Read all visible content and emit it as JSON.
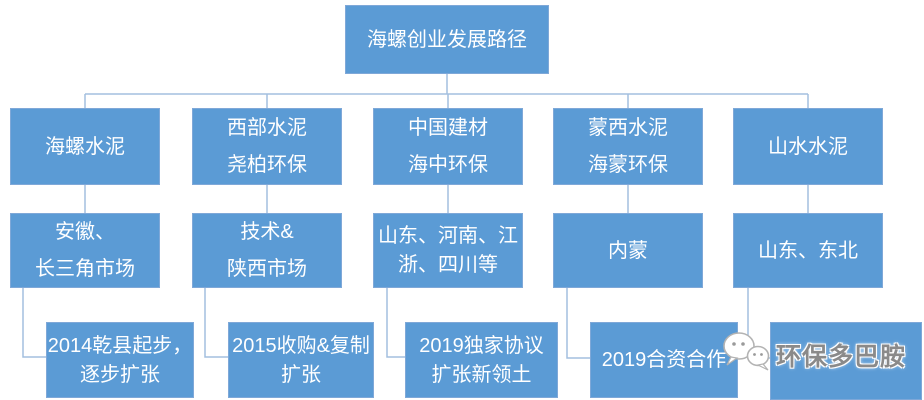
{
  "tree": {
    "root": "海螺创业发展路径",
    "columns": [
      {
        "company": [
          "海螺水泥"
        ],
        "market": [
          "安徽、",
          "长三角市场"
        ],
        "milestone": [
          "2014乾县起步，",
          "逐步扩张"
        ]
      },
      {
        "company": [
          "西部水泥",
          "尧柏环保"
        ],
        "market": [
          "技术&",
          "陕西市场"
        ],
        "milestone": [
          "2015收购&复制",
          "扩张"
        ]
      },
      {
        "company": [
          "中国建材",
          "海中环保"
        ],
        "market": [
          "山东、河南、江",
          "浙、四川等"
        ],
        "milestone": [
          "2019独家协议",
          "扩张新领土"
        ]
      },
      {
        "company": [
          "蒙西水泥",
          "海蒙环保"
        ],
        "market": [
          "内蒙"
        ],
        "milestone": [
          "2019合资合作"
        ]
      },
      {
        "company": [
          "山水水泥"
        ],
        "market": [
          "山东、东北"
        ],
        "milestone": []
      }
    ]
  },
  "watermark": {
    "text": "环保多巴胺",
    "icon": "wechat-chat-bubbles"
  },
  "colors": {
    "node_fill": "#5B9BD5",
    "node_border": "#7FA8D8",
    "connector": "#A3BFDF",
    "node_text": "#FFFFFF",
    "watermark_text": "#8A8A8A"
  }
}
